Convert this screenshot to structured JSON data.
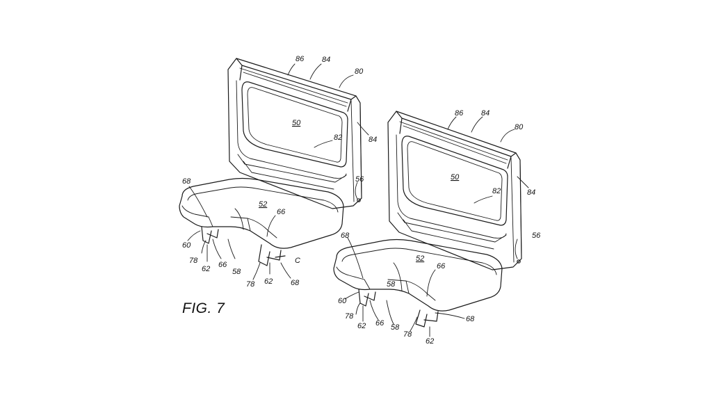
{
  "figure": {
    "caption": "FIG. 7"
  },
  "seat_left": {
    "refs": [
      "86",
      "84",
      "80",
      "84",
      "50",
      "82",
      "56",
      "68",
      "52",
      "66",
      "58",
      "60",
      "78",
      "62",
      "66",
      "C",
      "78",
      "62",
      "68"
    ]
  },
  "seat_right": {
    "refs": [
      "86",
      "84",
      "80",
      "84",
      "50",
      "82",
      "56",
      "68",
      "52",
      "66",
      "58",
      "60",
      "78",
      "62",
      "66",
      "58",
      "78",
      "62",
      "68"
    ]
  },
  "colors": {
    "line": "#1a1a1a",
    "background": "#ffffff"
  }
}
